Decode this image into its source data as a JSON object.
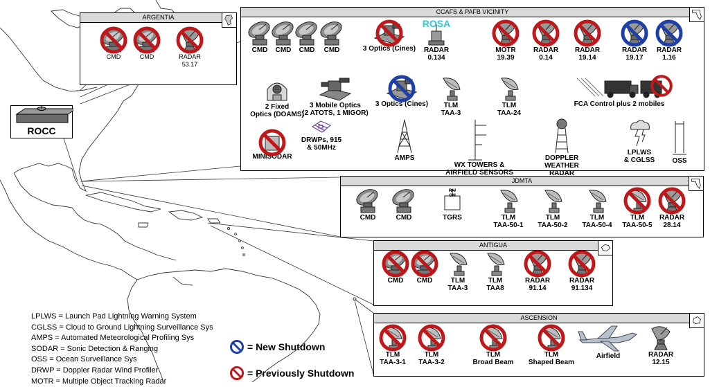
{
  "rocc": {
    "label": "ROCC"
  },
  "argentia": {
    "title": "ARGENTIA",
    "items": [
      {
        "label": "CMD",
        "icon": "dish",
        "status": "previous"
      },
      {
        "label": "CMD",
        "icon": "dish",
        "status": "previous"
      },
      {
        "label": "RADAR\n53.17",
        "icon": "radar",
        "status": "previous"
      }
    ]
  },
  "ccafs": {
    "title": "CCAFS & PAFB VICINITY",
    "row1": [
      {
        "label": "CMD",
        "icon": "dish",
        "status": "none"
      },
      {
        "label": "CMD",
        "icon": "dish",
        "status": "none"
      },
      {
        "label": "CMD",
        "icon": "dish",
        "status": "none"
      },
      {
        "label": "CMD",
        "icon": "dish",
        "status": "none"
      },
      {
        "label": "3 Optics (Cines)",
        "icon": "optics",
        "status": "previous"
      },
      {
        "label": "RADAR\n0.134",
        "icon": "rosa",
        "status": "none",
        "overlay": "ROSA"
      },
      {
        "label": "MOTR\n19.39",
        "icon": "radar",
        "status": "previous"
      },
      {
        "label": "RADAR\n0.14",
        "icon": "radar",
        "status": "previous"
      },
      {
        "label": "RADAR\n19.14",
        "icon": "radar",
        "status": "previous"
      },
      {
        "label": "RADAR\n19.17",
        "icon": "radar",
        "status": "new"
      },
      {
        "label": "RADAR\n1.16",
        "icon": "radar",
        "status": "new"
      }
    ],
    "row2": [
      {
        "label": "2 Fixed\nOptics (DOAMS)",
        "icon": "dome"
      },
      {
        "label": "3 Mobile Optics\n(2 ATOTS, 1 MIGOR)",
        "icon": "mobile-optics"
      },
      {
        "label": "3 Optics (Cines)",
        "icon": "optics",
        "status": "new"
      },
      {
        "label": "TLM\nTAA-3",
        "icon": "tlm"
      },
      {
        "label": "TLM\nTAA-24",
        "icon": "tlm"
      },
      {
        "label": "FCA Control plus 2 mobiles",
        "icon": "trucks",
        "status": "previous"
      }
    ],
    "row3": [
      {
        "label": "MINISODAR",
        "icon": "sodar",
        "status": "previous"
      },
      {
        "label": "DRWPs, 915\n& 50MHz",
        "icon": "drwp"
      },
      {
        "label": "AMPS",
        "icon": "tower"
      },
      {
        "label": "WX TOWERS &\nAIRFIELD SENSORS",
        "icon": "wx-tower"
      },
      {
        "label": "DOPPLER\nWEATHER\nRADAR",
        "icon": "doppler"
      },
      {
        "label": "LPLWS\n& CGLSS",
        "icon": "lightning"
      },
      {
        "label": "OSS",
        "icon": "oss"
      }
    ]
  },
  "jdmta": {
    "title": "JDMTA",
    "items": [
      {
        "label": "CMD",
        "icon": "dish",
        "status": "none"
      },
      {
        "label": "CMD",
        "icon": "dish",
        "status": "none"
      },
      {
        "label": "TGRS",
        "icon": "tgrs",
        "status": "none",
        "overlay": "RX/\nGM"
      },
      {
        "label": "TLM\nTAA-50-1",
        "icon": "tlm",
        "status": "none"
      },
      {
        "label": "TLM\nTAA-50-2",
        "icon": "tlm",
        "status": "none"
      },
      {
        "label": "TLM\nTAA-50-4",
        "icon": "tlm",
        "status": "none"
      },
      {
        "label": "TLM\nTAA-50-5",
        "icon": "tlm",
        "status": "previous"
      },
      {
        "label": "RADAR\n28.14",
        "icon": "radar",
        "status": "previous"
      }
    ]
  },
  "antigua": {
    "title": "ANTIGUA",
    "items": [
      {
        "label": "CMD",
        "icon": "dish",
        "status": "previous"
      },
      {
        "label": "CMD",
        "icon": "dish",
        "status": "previous"
      },
      {
        "label": "TLM\nTAA-3",
        "icon": "tlm",
        "status": "none"
      },
      {
        "label": "TLM\nTAA8",
        "icon": "tlm",
        "status": "none"
      },
      {
        "label": "RADAR\n91.14",
        "icon": "radar",
        "status": "previous"
      },
      {
        "label": "RADAR\n91.134",
        "icon": "radar",
        "status": "previous"
      }
    ]
  },
  "ascension": {
    "title": "ASCENSION",
    "items": [
      {
        "label": "TLM\nTAA-3-1",
        "icon": "tlm",
        "status": "previous"
      },
      {
        "label": "TLM\nTAA-3-2",
        "icon": "tlm",
        "status": "previous"
      },
      {
        "label": "TLM\nBroad Beam",
        "icon": "tlm",
        "status": "previous"
      },
      {
        "label": "TLM\nShaped Beam",
        "icon": "tlm",
        "status": "previous"
      },
      {
        "label": "Airfield",
        "icon": "airplane",
        "status": "none"
      },
      {
        "label": "RADAR\n12.15",
        "icon": "radar",
        "status": "none"
      }
    ]
  },
  "glossary": [
    "LPLWS = Launch Pad Lightning Warning System",
    "CGLSS = Cloud to Ground Lightning Surveillance Sys",
    "AMPS = Automated Meteorological Profiling Sys",
    "SODAR = Sonic Detection & Ranging",
    "OSS = Ocean Surveillance Sys",
    "DRWP = Doppler Radar Wind Profiler",
    "MOTR = Multiple Object Tracking Radar"
  ],
  "legend": {
    "new": {
      "label": "= New Shutdown",
      "color": "#1f3fa8"
    },
    "previous": {
      "label": "= Previously Shutdown",
      "color": "#c0181a"
    }
  }
}
